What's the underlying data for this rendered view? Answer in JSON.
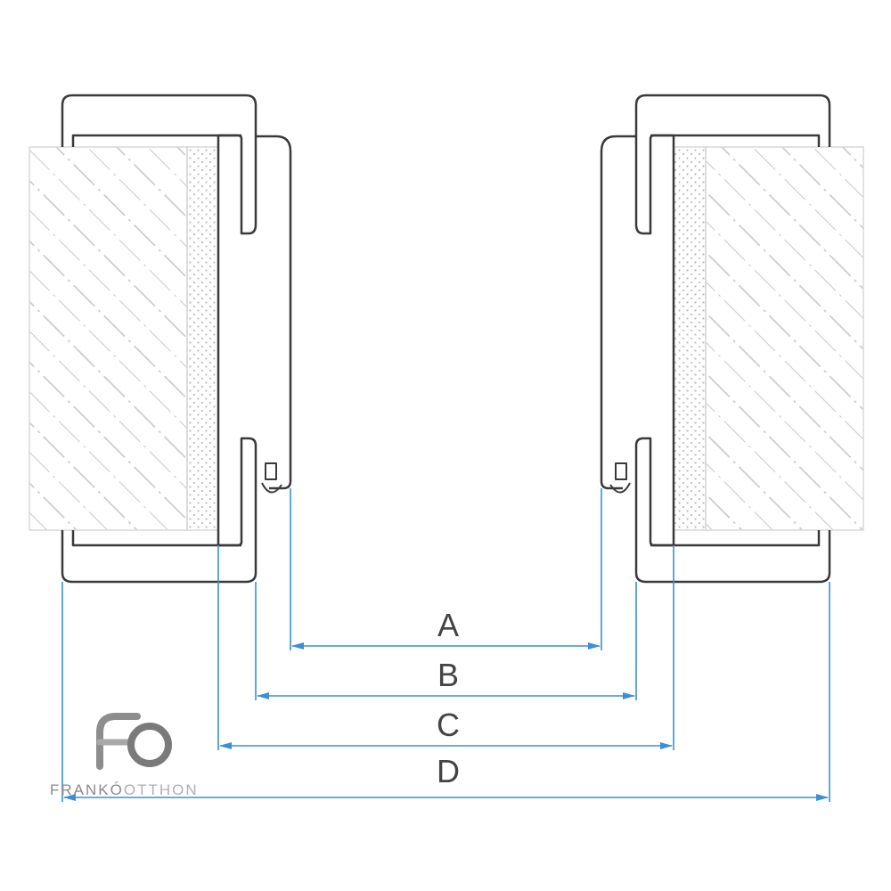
{
  "dimensions": {
    "a": "A",
    "b": "B",
    "c": "C",
    "d": "D"
  },
  "logo": {
    "monogram": "FO",
    "brand_part1": "FRANKÓ",
    "brand_part2": "OTTHON"
  },
  "colors": {
    "outline": "#3a3a3a",
    "hatch": "#c8c8c8",
    "dimension": "#3a8fd6",
    "label": "#444444",
    "logo_gray": "#9a9a9a"
  }
}
